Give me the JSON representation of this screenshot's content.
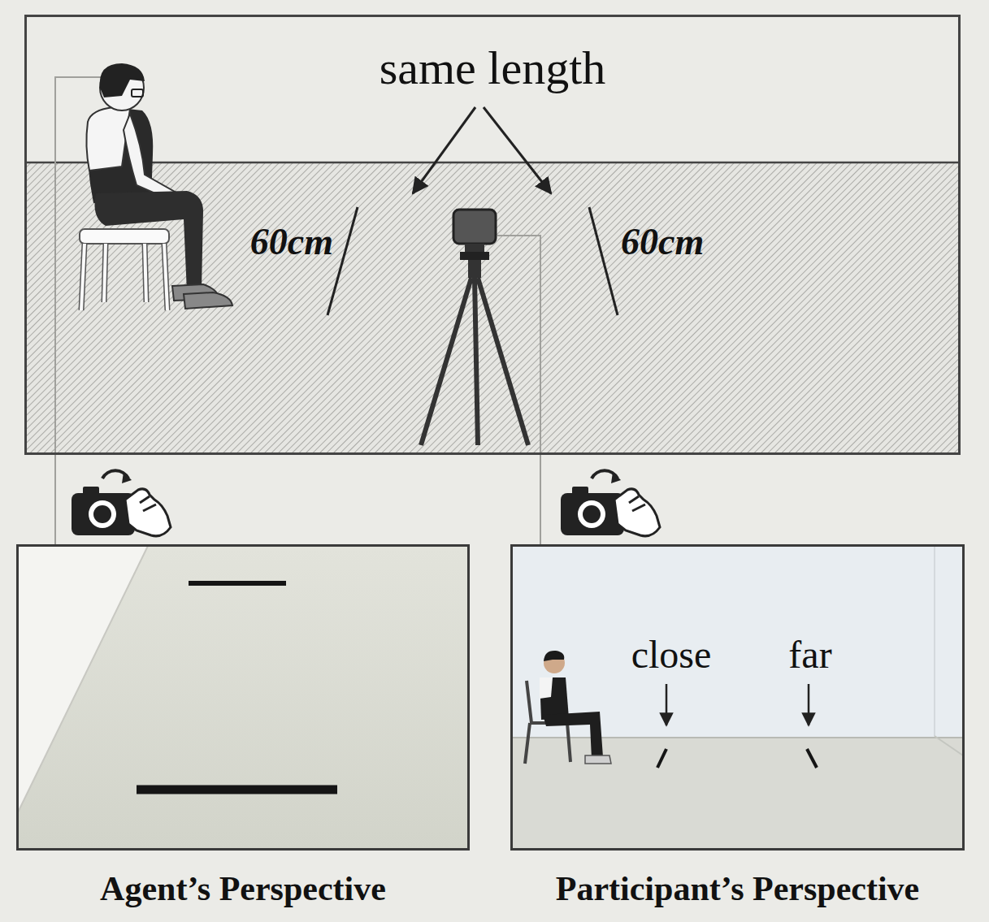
{
  "diagram": {
    "nodes": [
      {
        "text": [
          "same length"
        ]
      },
      {
        "text": [
          "Agent’s Perspective"
        ]
      },
      {
        "text": [
          "Participant’s Perspective"
        ]
      }
    ],
    "labels": [
      "60cm",
      "60cm",
      "close",
      "far"
    ]
  }
}
